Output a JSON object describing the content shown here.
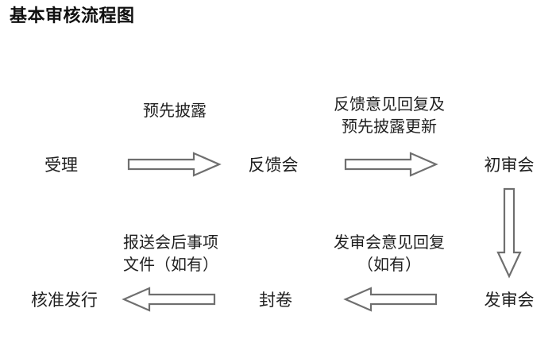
{
  "title": "基本审核流程图",
  "colors": {
    "background": "#ffffff",
    "text": "#1f1f1f",
    "title_text": "#111111",
    "arrow_stroke": "#6f6f6f",
    "arrow_fill": "#ffffff"
  },
  "chart_data": {
    "type": "diagram",
    "title": "基本审核流程图",
    "diagram_kind": "flowchart",
    "orientation": "serpentine-horizontal",
    "nodes": [
      {
        "id": "shouli",
        "label": "受理",
        "row": 1,
        "col": 1
      },
      {
        "id": "fankuihui",
        "label": "反馈会",
        "row": 1,
        "col": 2
      },
      {
        "id": "chushenhui",
        "label": "初审会",
        "row": 1,
        "col": 3
      },
      {
        "id": "fashenhui",
        "label": "发审会",
        "row": 2,
        "col": 3
      },
      {
        "id": "fengjuan",
        "label": "封卷",
        "row": 2,
        "col": 2
      },
      {
        "id": "hezhun",
        "label": "核准发行",
        "row": 2,
        "col": 1
      }
    ],
    "edges": [
      {
        "id": "edge-1",
        "from": "shouli",
        "to": "fankuihui",
        "direction": "right",
        "label_lines": [
          "预先披露"
        ]
      },
      {
        "id": "edge-2",
        "from": "fankuihui",
        "to": "chushenhui",
        "direction": "right",
        "label_lines": [
          "反馈意见回复及",
          "预先披露更新"
        ]
      },
      {
        "id": "edge-3",
        "from": "chushenhui",
        "to": "fashenhui",
        "direction": "down",
        "label_lines": []
      },
      {
        "id": "edge-4",
        "from": "fashenhui",
        "to": "fengjuan",
        "direction": "left",
        "label_lines": [
          "发审会意见回复",
          "（如有）"
        ]
      },
      {
        "id": "edge-5",
        "from": "fengjuan",
        "to": "hezhun",
        "direction": "left",
        "label_lines": [
          "报送会后事项",
          "文件（如有）"
        ]
      }
    ]
  },
  "nodes": {
    "shouli": "受理",
    "fankuihui": "反馈会",
    "chushenhui": "初审会",
    "fashenhui": "发审会",
    "fengjuan": "封卷",
    "hezhun": "核准发行"
  },
  "edge_labels": {
    "edge1_line1": "预先披露",
    "edge2_line1": "反馈意见回复及",
    "edge2_line2": "预先披露更新",
    "edge4_line1": "发审会意见回复",
    "edge4_line2": "（如有）",
    "edge5_line1": "报送会后事项",
    "edge5_line2": "文件（如有）"
  }
}
